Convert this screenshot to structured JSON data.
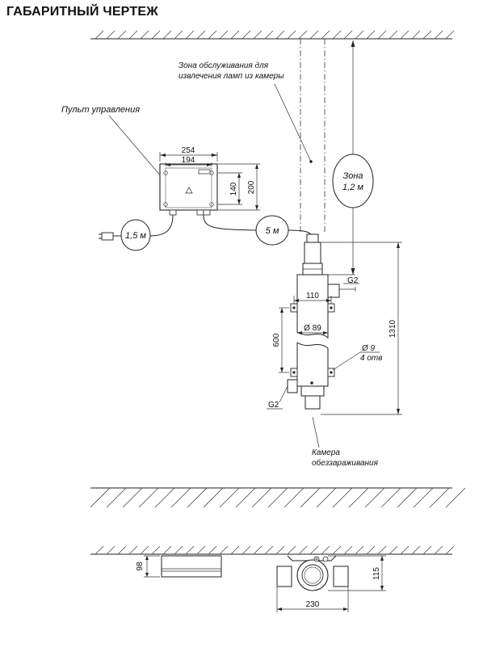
{
  "title": "ГАБАРИТНЫЙ ЧЕРТЕЖ",
  "labels": {
    "service_zone_line1": "Зона обслуживания для",
    "service_zone_line2": "извлечения ламп из камеры",
    "control_panel": "Пульт управления",
    "zone_line1": "Зона",
    "zone_line2": "1,2 м",
    "cable_power": "1,5 м",
    "cable_lamp": "5 м",
    "chamber_line1": "Камера",
    "chamber_line2": "обеззараживания",
    "holes_line1": "Ø 9",
    "holes_line2": "4 отв"
  },
  "dimensions": {
    "panel_width_outer": "254",
    "panel_width_inner": "194",
    "panel_height_inner": "140",
    "panel_height_outer": "200",
    "thread_top": "G2",
    "thread_bottom": "G2",
    "bracket_width": "110",
    "diameter": "Ø 89",
    "mount_spacing": "600",
    "total_height": "1310",
    "plan_panel_depth": "98",
    "plan_chamber_depth": "115",
    "plan_chamber_length": "230"
  }
}
